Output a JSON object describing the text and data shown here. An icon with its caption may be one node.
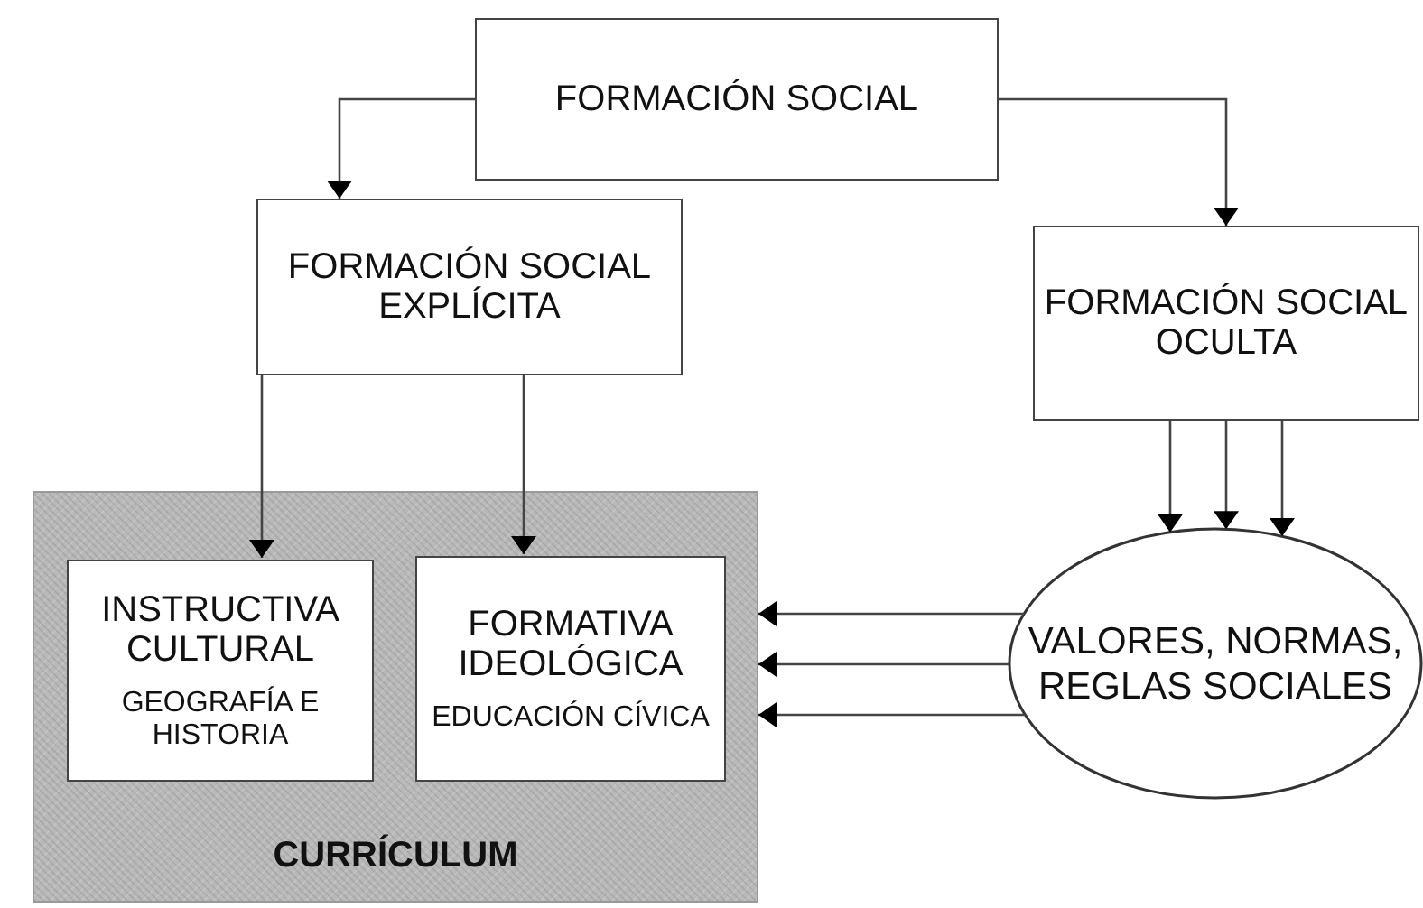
{
  "diagram": {
    "nodes": [
      {
        "text": [
          "FORMACIÓN SOCIAL"
        ]
      },
      {
        "text": [
          "FORMACIÓN SOCIAL EXPLÍCITA"
        ]
      },
      {
        "text": [
          "FORMACIÓN SOCIAL OCULTA"
        ]
      },
      {
        "text": [
          "CURRÍCULUM"
        ]
      },
      {
        "text": [
          "INSTRUCTIVA CULTURAL",
          "GEOGRAFÍA E HISTORIA"
        ],
        "in": 3
      },
      {
        "text": [
          "FORMATIVA IDEOLÓGICA",
          "EDUCACIÓN CÍVICA"
        ],
        "in": 3
      },
      {
        "text": [
          "VALORES, NORMAS, REGLAS SOCIALES"
        ]
      }
    ],
    "edges": [
      {
        "from": 0,
        "to": 1,
        "arrow": "to"
      },
      {
        "from": 0,
        "to": 2,
        "arrow": "to"
      },
      {
        "from": 1,
        "to": 4,
        "arrow": "to"
      },
      {
        "from": 1,
        "to": 5,
        "arrow": "to"
      },
      {
        "from": 2,
        "to": 6,
        "arrow": "to"
      },
      {
        "from": 2,
        "to": 6,
        "arrow": "to"
      },
      {
        "from": 2,
        "to": 6,
        "arrow": "to"
      },
      {
        "from": 6,
        "to": 3,
        "arrow": "to"
      },
      {
        "from": 6,
        "to": 3,
        "arrow": "to"
      },
      {
        "from": 6,
        "to": 3,
        "arrow": "to"
      }
    ]
  }
}
